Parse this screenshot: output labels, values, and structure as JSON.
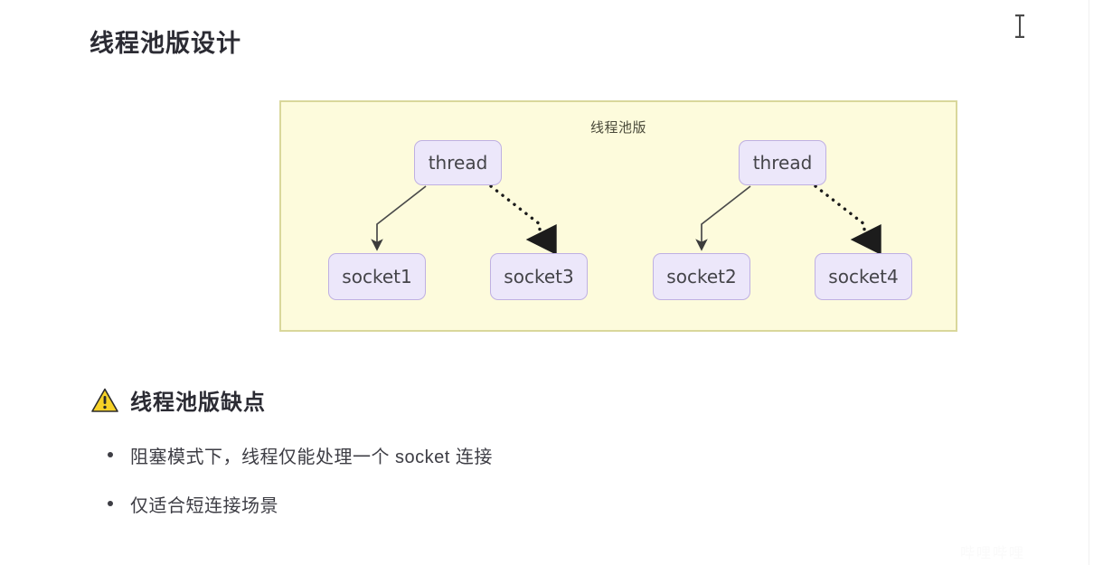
{
  "page": {
    "title": "线程池版设计",
    "background_color": "#ffffff"
  },
  "diagram": {
    "title": "线程池版",
    "background_color": "#fdfbdc",
    "border_color": "#d9d79b",
    "node_fill_color": "#ece7fa",
    "node_border_color": "#bfb0e2",
    "nodes": [
      {
        "id": "thread-1",
        "label": "thread",
        "type": "thread"
      },
      {
        "id": "thread-2",
        "label": "thread",
        "type": "thread"
      },
      {
        "id": "socket1",
        "label": "socket1",
        "type": "socket"
      },
      {
        "id": "socket3",
        "label": "socket3",
        "type": "socket"
      },
      {
        "id": "socket2",
        "label": "socket2",
        "type": "socket"
      },
      {
        "id": "socket4",
        "label": "socket4",
        "type": "socket"
      }
    ],
    "edges": [
      {
        "from": "thread-1",
        "to": "socket1",
        "style": "solid"
      },
      {
        "from": "thread-1",
        "to": "socket3",
        "style": "dotted"
      },
      {
        "from": "thread-2",
        "to": "socket2",
        "style": "solid"
      },
      {
        "from": "thread-2",
        "to": "socket4",
        "style": "dotted"
      }
    ]
  },
  "warning_section": {
    "icon": "warning-triangle-icon",
    "heading": "线程池版缺点",
    "bullets": [
      "阻塞模式下，线程仅能处理一个 socket 连接",
      "仅适合短连接场景"
    ]
  },
  "watermark": {
    "text": "哔哩哔哩"
  }
}
